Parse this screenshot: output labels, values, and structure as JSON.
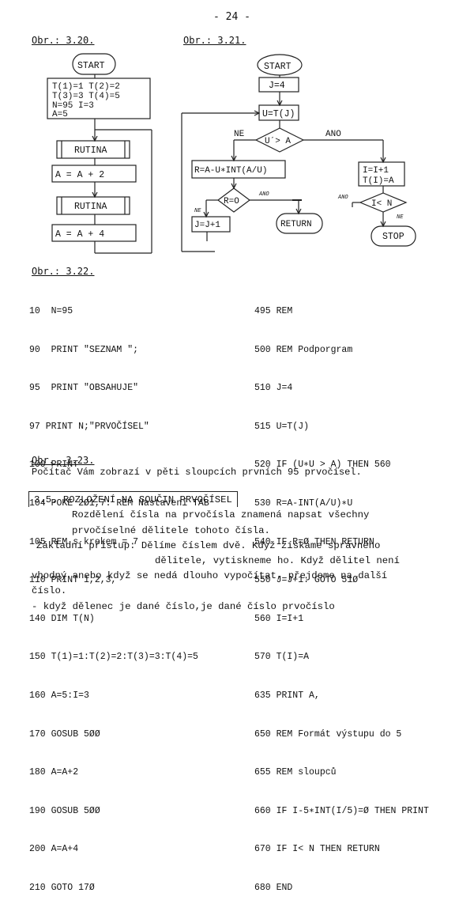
{
  "page_number": "- 24 -",
  "fig_320": {
    "caption": "Obr.: 3.20.",
    "start": "START",
    "init_lines": [
      "T(1)=1  T(2)=2",
      "T(3)=3  T(4)=5",
      "N=95    I=3",
      "A=5"
    ],
    "rutina1": "RUTINA",
    "step1": "A = A + 2",
    "rutina2": "RUTINA",
    "step2": "A = A + 4"
  },
  "fig_321": {
    "caption": "Obr.: 3.21.",
    "start": "START",
    "j_init": "J=4",
    "u_assign": "U=T(J)",
    "cond_u": "U´> A",
    "ne_label": "NE",
    "ano_label": "ANO",
    "r_assign": "R=A-U∗INT(A/U)",
    "i_inc": "I=I+1",
    "t_assign": "T(I)=A",
    "cond_r": "R=O",
    "ano_small_1": "ANO",
    "ne_small_1": "NE",
    "j_inc": "J=J+1",
    "return": "RETURN",
    "cond_i": "I< N",
    "ano_small_2": "ANO",
    "ne_small_2": "NE",
    "stop": "STOP"
  },
  "fig_322": {
    "caption": "Obr.: 3.22.",
    "left_lines": [
      "10  N=95",
      "90  PRINT \"SEZNAM \";",
      "95  PRINT \"OBSAHUJE\"",
      "97 PRINT N;\"PRVOČÍSEL\"",
      "100 PRINT",
      "104 POKE 2Ø1,7: REM Nastavení TAB",
      "105 REM s krokem = 7",
      "110 PRINT 1,2,3,",
      "140 DIM T(N)",
      "150 T(1)=1:T(2)=2:T(3)=3:T(4)=5",
      "160 A=5:I=3",
      "170 GOSUB 5ØØ",
      "180 A=A+2",
      "190 GOSUB 5ØØ",
      "200 A=A+4",
      "210 GOTO 17Ø"
    ],
    "right_lines": [
      "495 REM",
      "500 REM Podporgram",
      "510 J=4",
      "515 U=T(J)",
      "520 IF (U∗U > A) THEN 560",
      "530 R=A-INT(A/U)∗U",
      "540 IF R=Ø THEN RETURN",
      "550 J=J+1: GOTO 51Ø",
      "560 I=I+1",
      "570 T(I)=A",
      "635 PRINT A,",
      "650 REM Formát výstupu do 5",
      "655 REM sloupců",
      "660 IF I-5∗INT(I/5)=Ø THEN PRINT",
      "670 IF I< N THEN RETURN",
      "680 END"
    ]
  },
  "fig_323": {
    "caption": "Obr.  3.23.",
    "text": "Počítač Vám zobrazí v pěti sloupcích prvních 95 prvočísel."
  },
  "section": {
    "title": "3.5. ROZLOŽENÍ NA SOUČIN PRVOČÍSEL"
  },
  "body_lines": [
    "Rozdělení čísla na prvočísla znamená napsat všechny",
    "prvočíselné dělitele tohoto čísla.",
    "Základní přístup: Dělíme číslem dvě. Když získáme správného",
    "dělitele, vytiskneme ho. Když dělitel není",
    "vhodný anebo když se nedá dlouho vypočítat, přejdeme na další",
    "číslo.",
    "- když dělenec je dané číslo,je dané číslo prvočíslo"
  ]
}
